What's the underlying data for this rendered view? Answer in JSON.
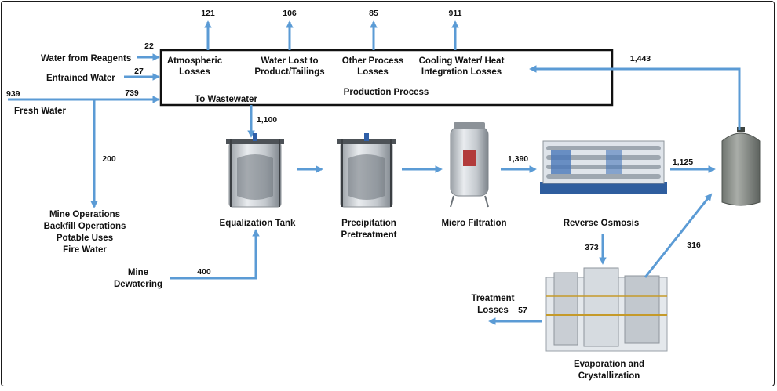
{
  "colors": {
    "flow": "#5b9bd5",
    "box": "#111111"
  },
  "process": {
    "box_label": "Production Process",
    "to_wastewater": "To Wastewater",
    "losses": [
      {
        "name_l1": "Atmospheric",
        "name_l2": "Losses",
        "value": "121"
      },
      {
        "name_l1": "Water Lost to",
        "name_l2": "Product/Tailings",
        "value": "106"
      },
      {
        "name_l1": "Other Process",
        "name_l2": "Losses",
        "value": "85"
      },
      {
        "name_l1": "Cooling Water/ Heat",
        "name_l2": "Integration Losses",
        "value": "911"
      }
    ]
  },
  "inputs": {
    "reagents": {
      "label": "Water from Reagents",
      "value": "22"
    },
    "entrained": {
      "label": "Entrained Water",
      "value": "27"
    },
    "fresh": {
      "label": "Fresh Water",
      "value": "939",
      "to_process": "739"
    },
    "branch": {
      "value": "200",
      "lines": [
        "Mine Operations",
        "Backfill Operations",
        "Potable Uses",
        "Fire Water"
      ]
    }
  },
  "units": {
    "eq_tank": "Equalization Tank",
    "precip_l1": "Precipitation",
    "precip_l2": "Pretreatment",
    "micro": "Micro Filtration",
    "ro": "Reverse Osmosis",
    "evap_l1": "Evaporation and",
    "evap_l2": "Crystallization",
    "treat_l1": "Treatment",
    "treat_l2": "Losses"
  },
  "mine_dewatering": {
    "l1": "Mine",
    "l2": "Dewatering",
    "value": "400"
  },
  "flows": {
    "wastewater": "1,100",
    "to_ro": "1,390",
    "ro_to_tank": "1,125",
    "recycle": "1,443",
    "ro_to_evap": "373",
    "evap_to_tank": "316",
    "treatment_losses": "57"
  }
}
